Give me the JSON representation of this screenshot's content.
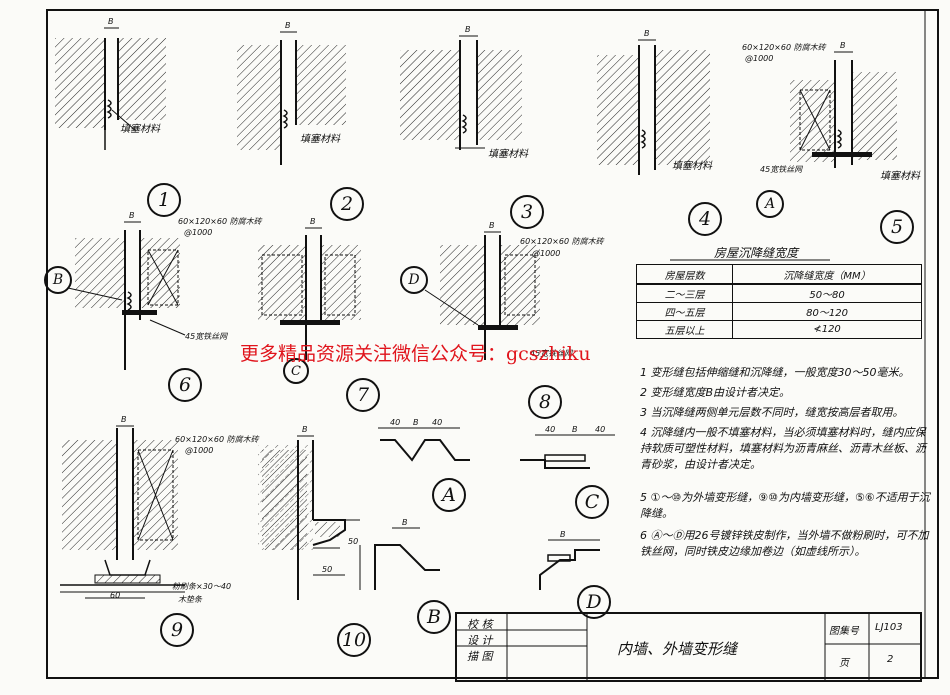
{
  "drawing": {
    "details": [
      {
        "num": "1",
        "fill_label": "填塞材料"
      },
      {
        "num": "2",
        "fill_label": "填塞材料"
      },
      {
        "num": "3",
        "fill_label": "填塞材料"
      },
      {
        "num": "4",
        "fill_label": "填塞材料"
      },
      {
        "num": "5",
        "fill_label": "填塞材料",
        "brick_label": "60×120×60 防腐木砖",
        "brick_spacing": "@1000",
        "strip_label": "45宽铁丝网",
        "ref": "A"
      },
      {
        "num": "6",
        "brick_label": "60×120×60 防腐木砖",
        "brick_spacing": "@1000",
        "strip_label": "45宽铁丝网",
        "ref": "B"
      },
      {
        "num": "7",
        "ref": "C"
      },
      {
        "num": "8",
        "brick_label": "60×120×60 防腐木砖",
        "brick_spacing": "@1000",
        "strip_label": "45宽铁丝网",
        "ref": "D"
      },
      {
        "num": "9",
        "brick_label": "60×120×60 防腐木砖",
        "brick_spacing": "@1000",
        "strip_label": "粉刷条×30～40",
        "strip_label2": "木垫条",
        "dim": "60"
      },
      {
        "num": "10",
        "dim1": "50",
        "dim2": "50"
      }
    ],
    "dim_b": "B",
    "dim_40": "40",
    "profiles": [
      "A",
      "B",
      "C",
      "D"
    ]
  },
  "table": {
    "title": "房屋沉降缝宽度",
    "col1": "房屋层数",
    "col2": "沉降缝宽度（MM）",
    "rows": [
      {
        "floors": "二～三层",
        "width": "50～80"
      },
      {
        "floors": "四～五层",
        "width": "80～120"
      },
      {
        "floors": "五层以上",
        "width": "≮120"
      }
    ]
  },
  "notes": [
    "1  变形缝包括伸缩缝和沉降缝，一般宽度30～50毫米。",
    "2  变形缝宽度B由设计者决定。",
    "3  当沉降缝两侧单元层数不同时，缝宽按高层者取用。",
    "4  沉降缝内一般不填塞材料，当必须填塞材料时，缝内应保持软质可塑性材料，填塞材料为沥青麻丝、沥青木丝板、沥青砂浆，由设计者决定。",
    "5  ①～⑩为外墙变形缝，⑨⑩为内墙变形缝，⑤⑥不适用于沉降缝。",
    "6  Ⓐ～Ⓓ用26号镀锌铁皮制作，当外墙不做粉刷时，可不加铁丝网，同时铁皮边缘加卷边（如虚线所示）。"
  ],
  "watermark": "更多精品资源关注微信公众号：gcszhiku",
  "titleblock": {
    "row1": "校 核",
    "row2": "设 计",
    "row3": "描 图",
    "title": "内墙、外墙变形缝",
    "atlas_label": "图集号",
    "atlas_no": "LJ103",
    "page_label": "页",
    "page_no": "2"
  }
}
